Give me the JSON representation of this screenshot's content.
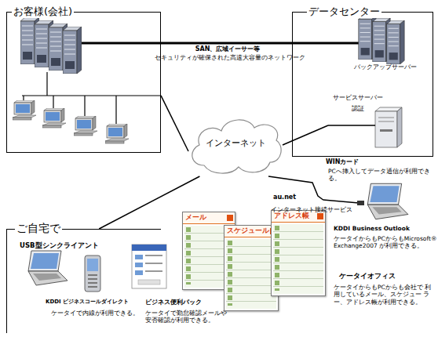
{
  "diagram": {
    "nodes": [
      {
        "text": [
          "お客様(会社)"
        ]
      },
      {
        "text": [
          "データセンター"
        ]
      },
      {
        "text": [
          "バックアップサーバー"
        ],
        "in": 1
      },
      {
        "text": [
          "サービスサーバー",
          "認証"
        ],
        "in": 1
      },
      {
        "text": [
          "インターネット"
        ]
      },
      {
        "text": [
          "WINカード",
          "PCへ挿入してデータ通信が利用できる。"
        ]
      },
      {
        "text": [
          "ご自宅で"
        ]
      },
      {
        "text": [
          "メール"
        ]
      },
      {
        "text": [
          "スケジュール"
        ]
      },
      {
        "text": [
          "アドレス帳"
        ]
      }
    ],
    "edges": [
      {
        "from": 0,
        "to": 2,
        "arrow": "none",
        "label": "SAN、広域イーサー等"
      },
      {
        "from": 0,
        "to": 4,
        "arrow": "none"
      },
      {
        "from": 4,
        "to": 3,
        "arrow": "none"
      },
      {
        "from": 4,
        "to": 5,
        "arrow": "none",
        "label": "au.net"
      },
      {
        "from": 4,
        "to": 6,
        "arrow": "none"
      }
    ],
    "labels": [
      "セキュリティが確保された高速大容量のネットワーク",
      "インターネット接続サービス",
      "USB型シンクライアント",
      "KDDI ビジネスコールダイレクト",
      "ケータイで内線が利用できる。",
      "ビジネス便利パック",
      "ケータイで勤怠確認メールや 安否確認が利用できる。",
      "KDDI Business Outlook",
      "ケータイからもPCからもMicrosoft® Exchange2007 が利用できる。",
      "ケータイオフィス",
      "ケータイからもPCからも会社で 利用しているメール、スケジュー ラー、アドレス帳が利用できる。"
    ]
  }
}
